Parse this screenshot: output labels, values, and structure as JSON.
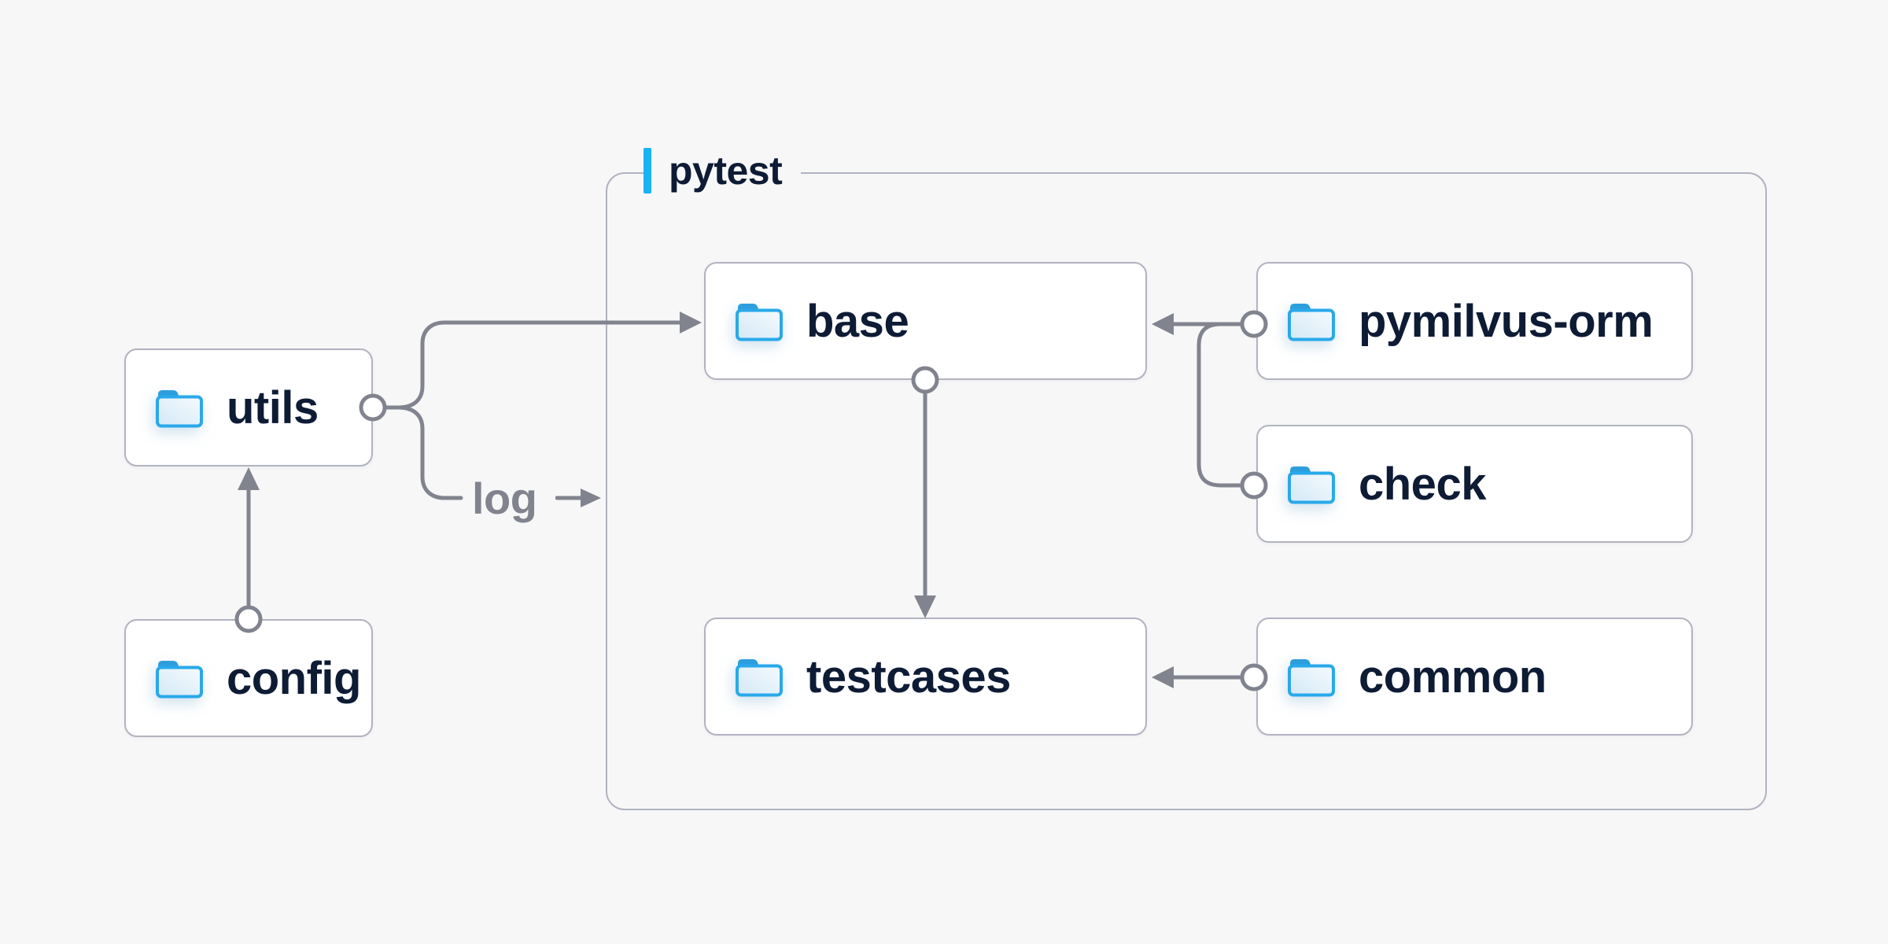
{
  "diagram": {
    "background_color": "#f7f7f8",
    "group": {
      "label": "pytest",
      "accent_color": "#17b4f2"
    },
    "nodes": {
      "utils": {
        "label": "utils",
        "icon": "folder"
      },
      "config": {
        "label": "config",
        "icon": "folder"
      },
      "base": {
        "label": "base",
        "icon": "folder"
      },
      "pymilvus_orm": {
        "label": "pymilvus-orm",
        "icon": "folder"
      },
      "check": {
        "label": "check",
        "icon": "folder"
      },
      "testcases": {
        "label": "testcases",
        "icon": "folder"
      },
      "common": {
        "label": "common",
        "icon": "folder"
      }
    },
    "edge_label": "log",
    "edges": [
      {
        "from": "config",
        "to": "utils"
      },
      {
        "from": "utils",
        "to": "base"
      },
      {
        "from": "utils",
        "to": "pytest-group",
        "label": "log"
      },
      {
        "from": "pymilvus-orm",
        "to": "base"
      },
      {
        "from": "check",
        "to": "base"
      },
      {
        "from": "base",
        "to": "testcases"
      },
      {
        "from": "common",
        "to": "testcases"
      }
    ],
    "colors": {
      "node_fill": "#ffffff",
      "node_border": "#b1b3bf",
      "connector": "#81838e",
      "node_text": "#0e1b35",
      "edge_label_text": "#81838e",
      "folder_outline": "#29a9ea",
      "folder_tab": "#2d9edd",
      "folder_fill_light": "#f5fafd",
      "folder_fill_shade": "#d3e8f6"
    }
  }
}
